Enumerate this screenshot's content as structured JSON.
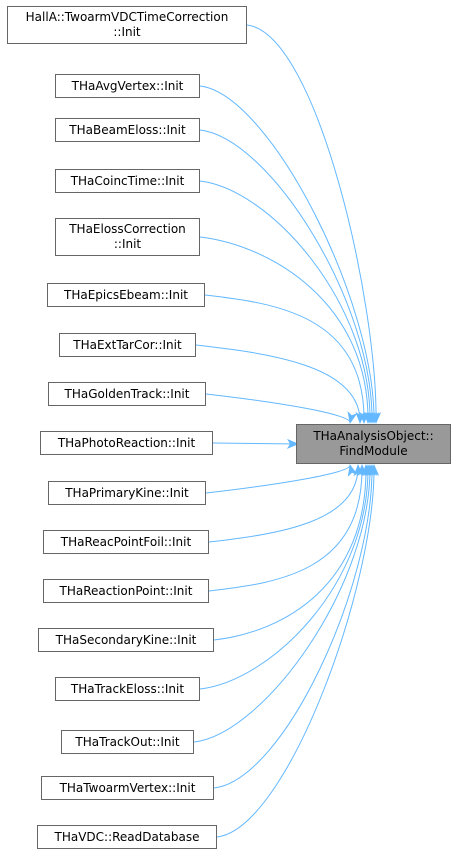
{
  "diagram": {
    "edge_color": "#63b8ff",
    "target": {
      "lines": [
        "THaAnalysisObject::",
        "FindModule"
      ],
      "fill": "#999999"
    },
    "callers": [
      {
        "id": "twoarm-vdc-time-correction-init",
        "lines": [
          "HallA::TwoarmVDCTimeCorrection",
          "::Init"
        ]
      },
      {
        "id": "avg-vertex-init",
        "lines": [
          "THaAvgVertex::Init"
        ]
      },
      {
        "id": "beam-eloss-init",
        "lines": [
          "THaBeamEloss::Init"
        ]
      },
      {
        "id": "coinc-time-init",
        "lines": [
          "THaCoincTime::Init"
        ]
      },
      {
        "id": "eloss-correction-init",
        "lines": [
          "THaElossCorrection",
          "::Init"
        ]
      },
      {
        "id": "epics-ebeam-init",
        "lines": [
          "THaEpicsEbeam::Init"
        ]
      },
      {
        "id": "ext-tar-cor-init",
        "lines": [
          "THaExtTarCor::Init"
        ]
      },
      {
        "id": "golden-track-init",
        "lines": [
          "THaGoldenTrack::Init"
        ]
      },
      {
        "id": "photo-reaction-init",
        "lines": [
          "THaPhotoReaction::Init"
        ]
      },
      {
        "id": "primary-kine-init",
        "lines": [
          "THaPrimaryKine::Init"
        ]
      },
      {
        "id": "reac-point-foil-init",
        "lines": [
          "THaReacPointFoil::Init"
        ]
      },
      {
        "id": "reaction-point-init",
        "lines": [
          "THaReactionPoint::Init"
        ]
      },
      {
        "id": "secondary-kine-init",
        "lines": [
          "THaSecondaryKine::Init"
        ]
      },
      {
        "id": "track-eloss-init",
        "lines": [
          "THaTrackEloss::Init"
        ]
      },
      {
        "id": "track-out-init",
        "lines": [
          "THaTrackOut::Init"
        ]
      },
      {
        "id": "twoarm-vertex-init",
        "lines": [
          "THaTwoarmVertex::Init"
        ]
      },
      {
        "id": "vdc-read-database",
        "lines": [
          "THaVDC::ReadDatabase"
        ]
      }
    ]
  }
}
